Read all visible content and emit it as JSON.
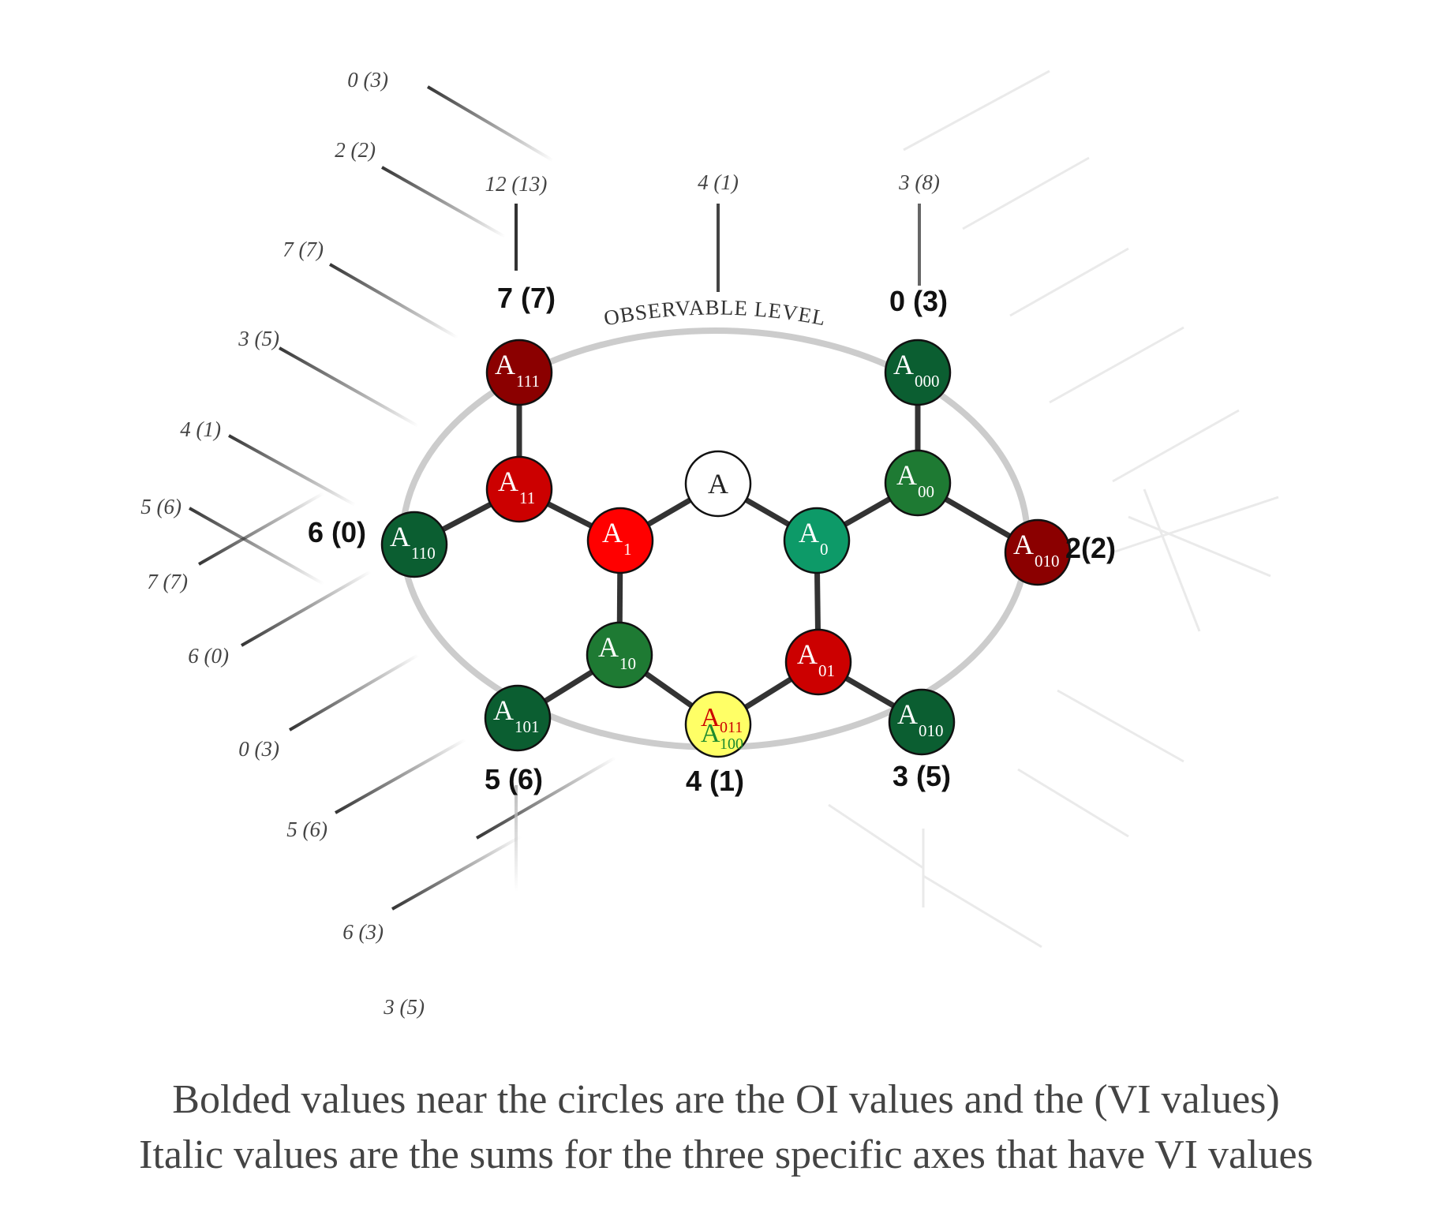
{
  "observable_level_label": "OBSERVABLE LEVEL",
  "colors": {
    "dark_red": "#8b0000",
    "red": "#cc0000",
    "bright_red": "#ff0000",
    "dark_green": "#0b5e31",
    "green": "#1e7a33",
    "teal_green": "#0d9a68",
    "yellow": "#ffff66",
    "white": "#ffffff",
    "ellipse": "#cccccc",
    "edge": "#333333"
  },
  "nodes": [
    {
      "id": "A",
      "base": "A",
      "sub": "",
      "fill": "white",
      "text_color": "#222222"
    },
    {
      "id": "A1",
      "base": "A",
      "sub": "1",
      "fill": "bright_red",
      "text_color": "#ffffff"
    },
    {
      "id": "A0",
      "base": "A",
      "sub": "0",
      "fill": "teal_green",
      "text_color": "#ffffff"
    },
    {
      "id": "A11",
      "base": "A",
      "sub": "11",
      "fill": "red",
      "text_color": "#ffffff"
    },
    {
      "id": "A10",
      "base": "A",
      "sub": "10",
      "fill": "green",
      "text_color": "#ffffff"
    },
    {
      "id": "A00",
      "base": "A",
      "sub": "00",
      "fill": "green",
      "text_color": "#ffffff"
    },
    {
      "id": "A01",
      "base": "A",
      "sub": "01",
      "fill": "red",
      "text_color": "#ffffff"
    },
    {
      "id": "A111",
      "base": "A",
      "sub": "111",
      "fill": "dark_red",
      "text_color": "#ffffff"
    },
    {
      "id": "A110",
      "base": "A",
      "sub": "110",
      "fill": "dark_green",
      "text_color": "#ffffff"
    },
    {
      "id": "A101",
      "base": "A",
      "sub": "101",
      "fill": "dark_green",
      "text_color": "#ffffff"
    },
    {
      "id": "A000",
      "base": "A",
      "sub": "000",
      "fill": "dark_green",
      "text_color": "#ffffff"
    },
    {
      "id": "A010a",
      "base": "A",
      "sub": "010",
      "fill": "dark_red",
      "text_color": "#ffffff"
    },
    {
      "id": "A010b",
      "base": "A",
      "sub": "010",
      "fill": "dark_green",
      "text_color": "#ffffff"
    }
  ],
  "merged_node": {
    "id": "A011_100",
    "top": {
      "base": "A",
      "sub": "011",
      "color": "#cc0000"
    },
    "bottom": {
      "base": "A",
      "sub": "100",
      "color": "#1e8a2e"
    },
    "fill": "yellow"
  },
  "edges": [
    [
      "A",
      "A1"
    ],
    [
      "A",
      "A0"
    ],
    [
      "A1",
      "A11"
    ],
    [
      "A1",
      "A10"
    ],
    [
      "A0",
      "A00"
    ],
    [
      "A0",
      "A01"
    ],
    [
      "A11",
      "A111"
    ],
    [
      "A11",
      "A110"
    ],
    [
      "A10",
      "A101"
    ],
    [
      "A10",
      "A011_100"
    ],
    [
      "A01",
      "A011_100"
    ],
    [
      "A01",
      "A010b"
    ],
    [
      "A00",
      "A000"
    ],
    [
      "A00",
      "A010a"
    ]
  ],
  "bold_labels": [
    {
      "node": "A111",
      "text": "7 (7)"
    },
    {
      "node": "A000",
      "text": "0 (3)"
    },
    {
      "node": "A110",
      "text": "6 (0)"
    },
    {
      "node": "A010a",
      "text": "2(2)"
    },
    {
      "node": "A101",
      "text": "5 (6)"
    },
    {
      "node": "A011_100",
      "text": "4 (1)"
    },
    {
      "node": "A010b",
      "text": "3 (5)"
    }
  ],
  "italic_labels": [
    "0 (3)",
    "2 (2)",
    "12 (13)",
    "4 (1)",
    "3 (8)",
    "7 (7)",
    "3 (5)",
    "4 (1)",
    "5 (6)",
    "7 (7)",
    "6 (0)",
    "0 (3)",
    "5 (6)",
    "6 (3)",
    "3 (5)"
  ],
  "caption": {
    "line1": "Bolded values near the circles are the OI values and the (VI values)",
    "line2": "Italic values are the sums for the three specific axes that have VI values"
  }
}
